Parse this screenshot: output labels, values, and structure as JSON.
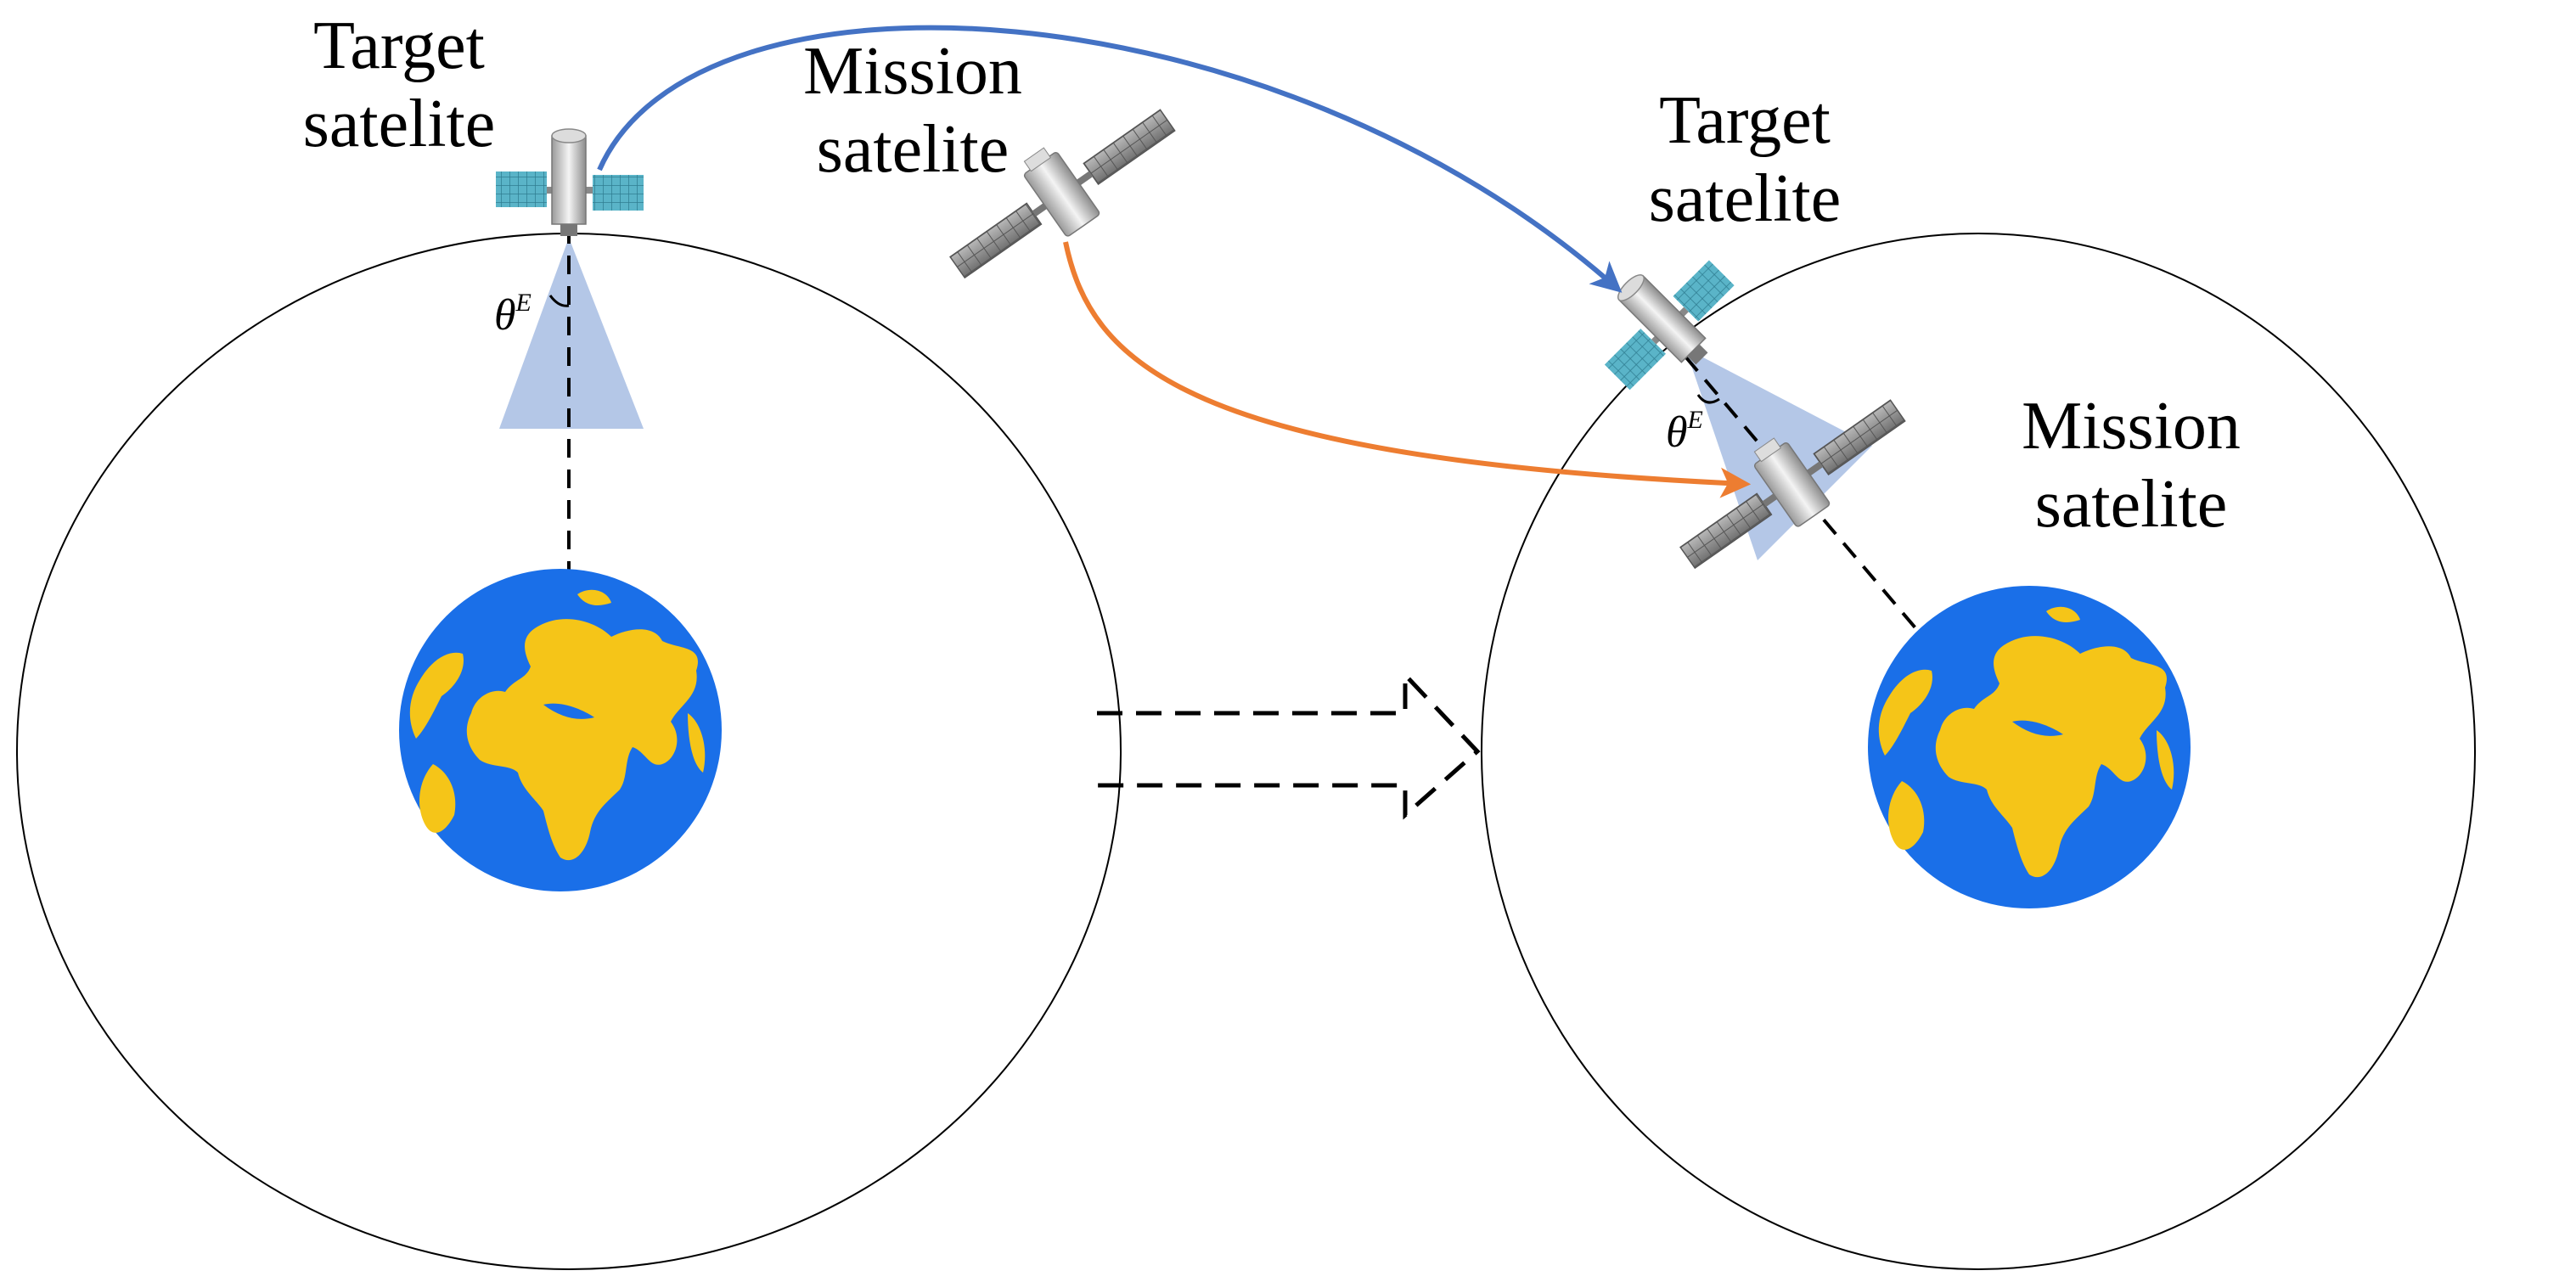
{
  "labels": {
    "left_target_line1": "Target",
    "left_target_line2": "satelite",
    "left_mission_line1": "Mission",
    "left_mission_line2": "satelite",
    "right_target_line1": "Target",
    "right_target_line2": "satelite",
    "right_mission_line1": "Mission",
    "right_mission_line2": "satelite"
  },
  "angle_symbol": {
    "base": "θ",
    "superscript": "E"
  },
  "colors": {
    "blue_arrow": "#4472c4",
    "orange_arrow": "#ed7d31",
    "cone": "#b4c7e7",
    "earth_ocean": "#1a6fe8",
    "earth_land": "#f5c518",
    "solar_panel": "#5ab4c8"
  }
}
